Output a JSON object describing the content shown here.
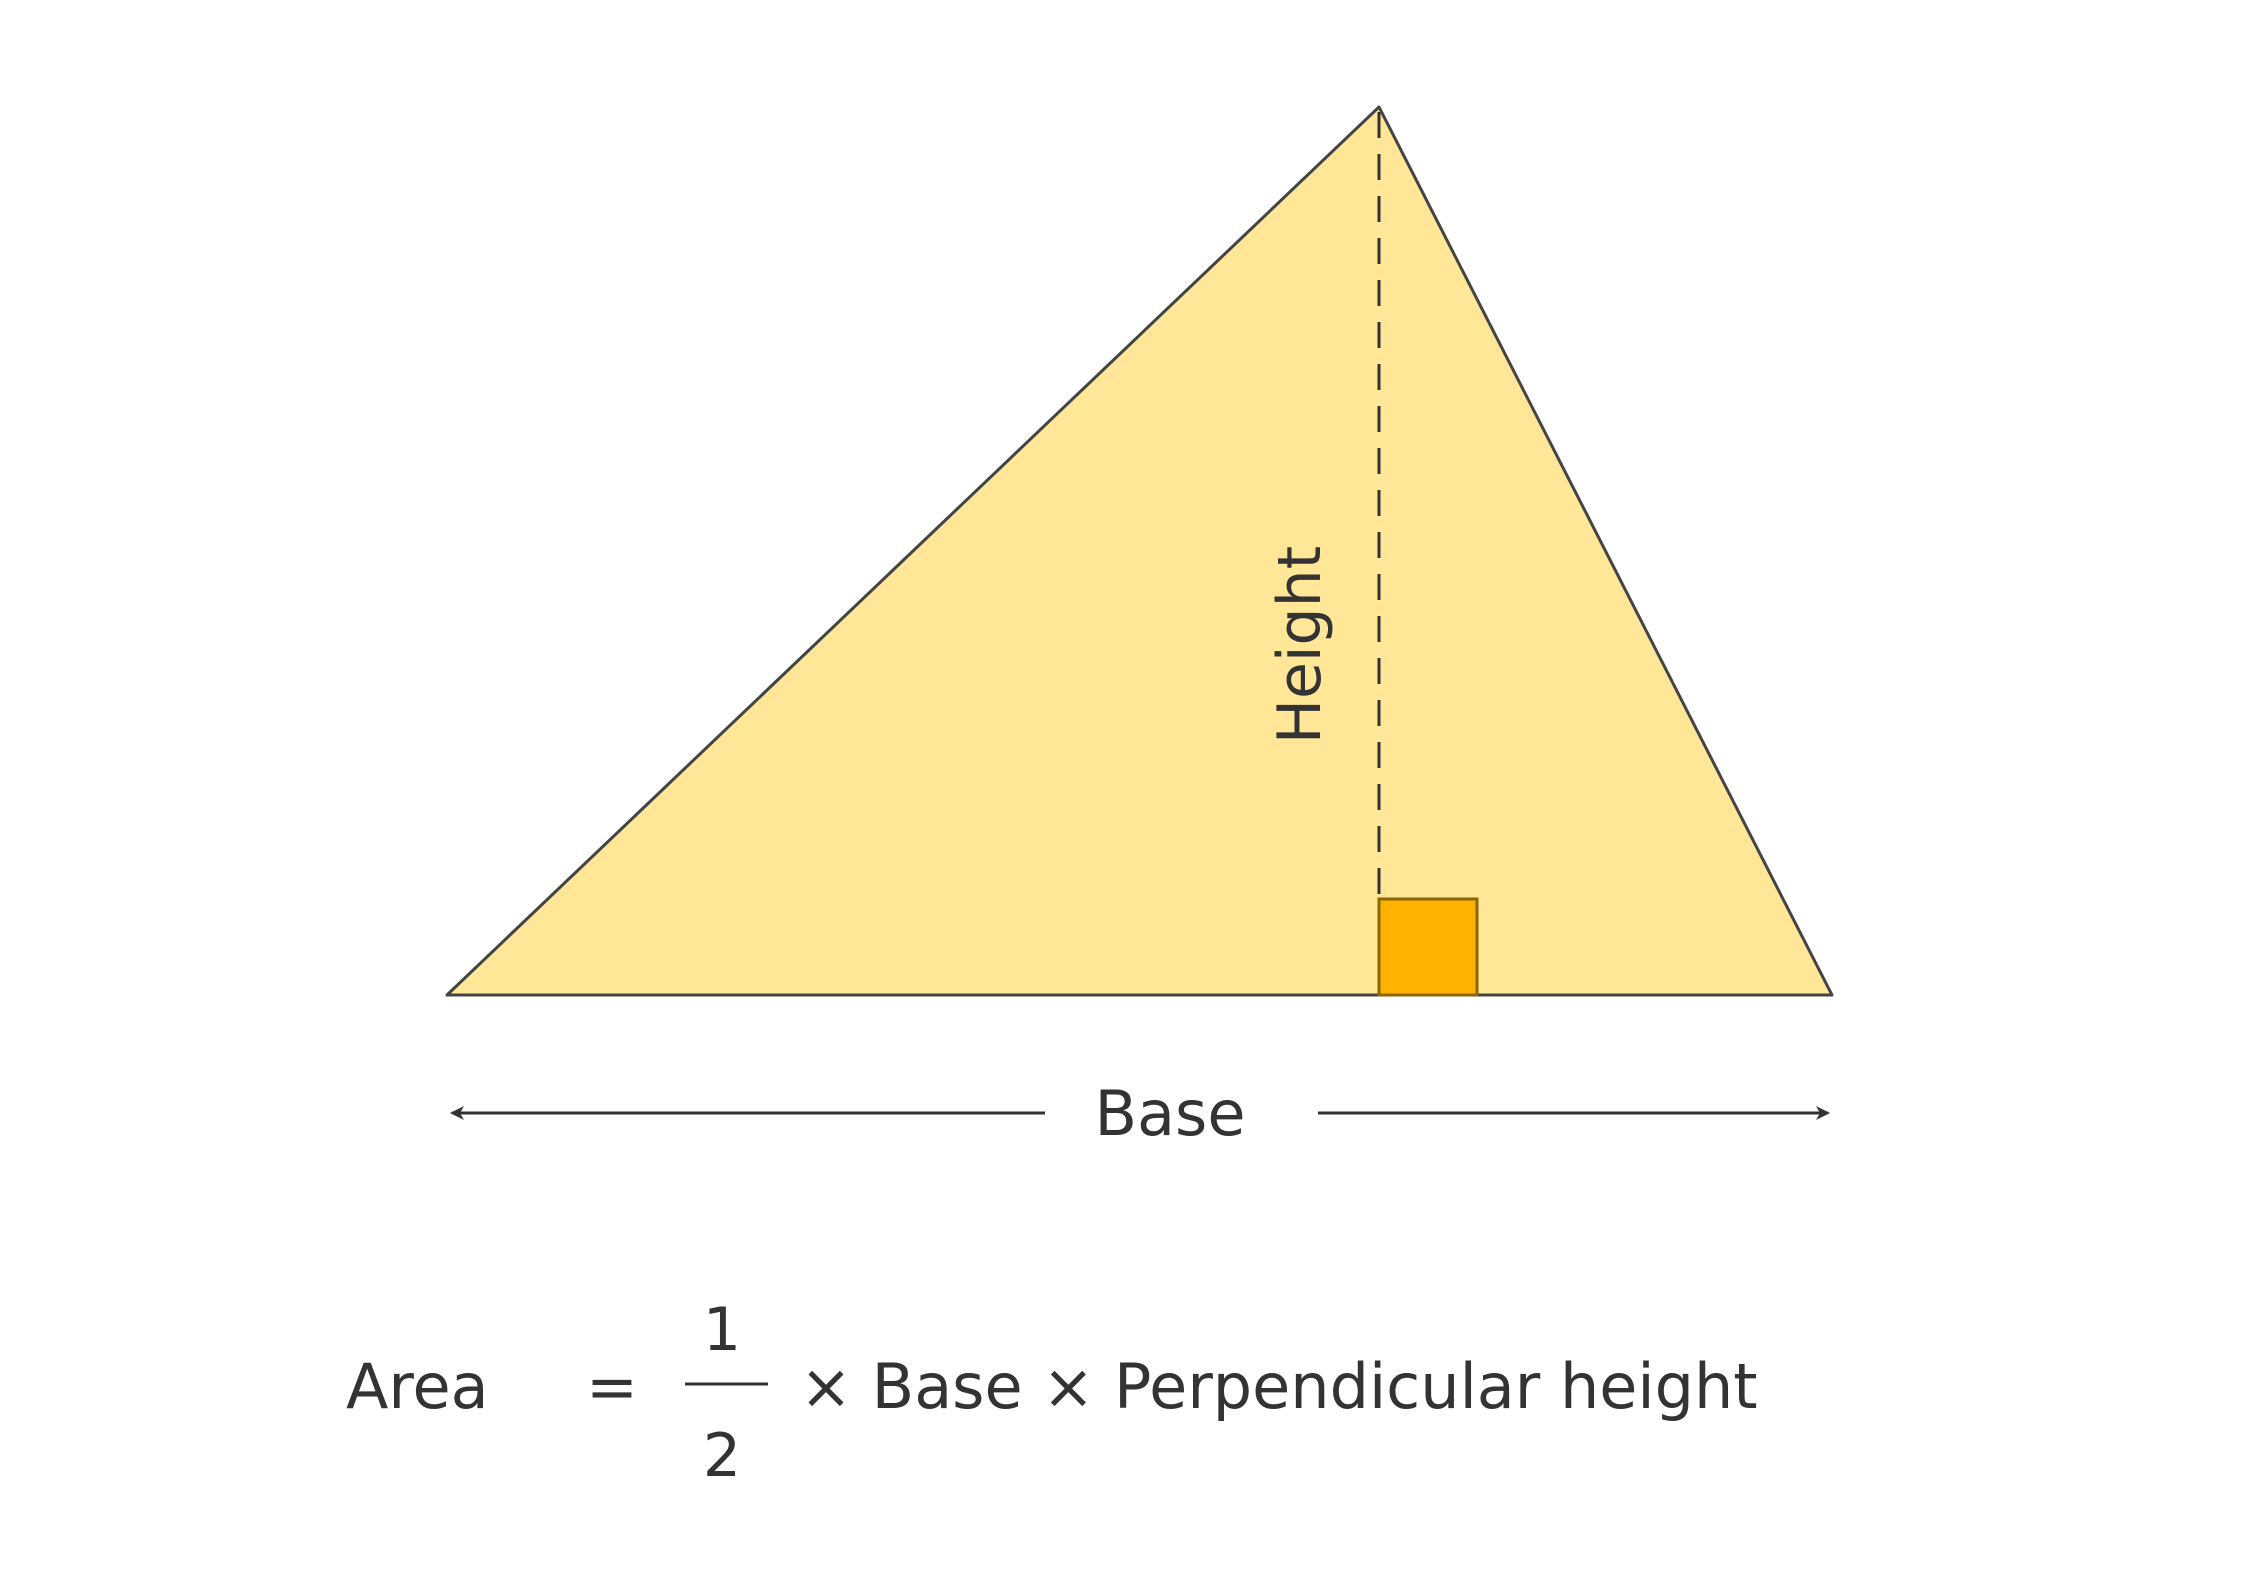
{
  "labels": {
    "height": "Height",
    "base": "Base"
  },
  "formula": {
    "lhs": "Area",
    "equals": "=",
    "numerator": "1",
    "denominator": "2",
    "rhs": "× Base × Perpendicular height"
  },
  "colors": {
    "triangle_fill": "#FFE797",
    "triangle_stroke": "#444444",
    "right_angle_fill": "#FFB300",
    "right_angle_stroke": "#8A6A00",
    "text": "#333333",
    "arrow": "#333333"
  }
}
